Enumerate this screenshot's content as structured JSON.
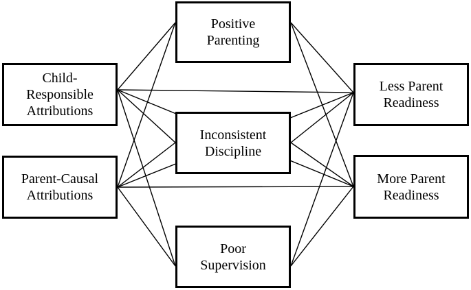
{
  "diagram": {
    "nodes": [
      {
        "id": "child",
        "lines": [
          "Child-",
          "Responsible",
          "Attributions"
        ]
      },
      {
        "id": "parent",
        "lines": [
          "Parent-Causal",
          "Attributions"
        ]
      },
      {
        "id": "positive",
        "lines": [
          "Positive",
          "Parenting"
        ]
      },
      {
        "id": "inconsistent",
        "lines": [
          "Inconsistent",
          "Discipline"
        ]
      },
      {
        "id": "poor",
        "lines": [
          "Poor",
          "Supervision"
        ]
      },
      {
        "id": "less",
        "lines": [
          "Less Parent",
          "Readiness"
        ]
      },
      {
        "id": "more",
        "lines": [
          "More Parent",
          "Readiness"
        ]
      }
    ],
    "edges": [
      [
        "child",
        "positive"
      ],
      [
        "child",
        "inconsistent"
      ],
      [
        "child",
        "poor"
      ],
      [
        "child",
        "less"
      ],
      [
        "child",
        "more"
      ],
      [
        "parent",
        "positive"
      ],
      [
        "parent",
        "inconsistent"
      ],
      [
        "parent",
        "poor"
      ],
      [
        "parent",
        "less"
      ],
      [
        "parent",
        "more"
      ],
      [
        "positive",
        "less"
      ],
      [
        "positive",
        "more"
      ],
      [
        "inconsistent",
        "less"
      ],
      [
        "inconsistent",
        "more"
      ],
      [
        "poor",
        "less"
      ],
      [
        "poor",
        "more"
      ]
    ],
    "colors": {
      "line": "#000000",
      "border": "#000000",
      "background": "#ffffff"
    }
  }
}
